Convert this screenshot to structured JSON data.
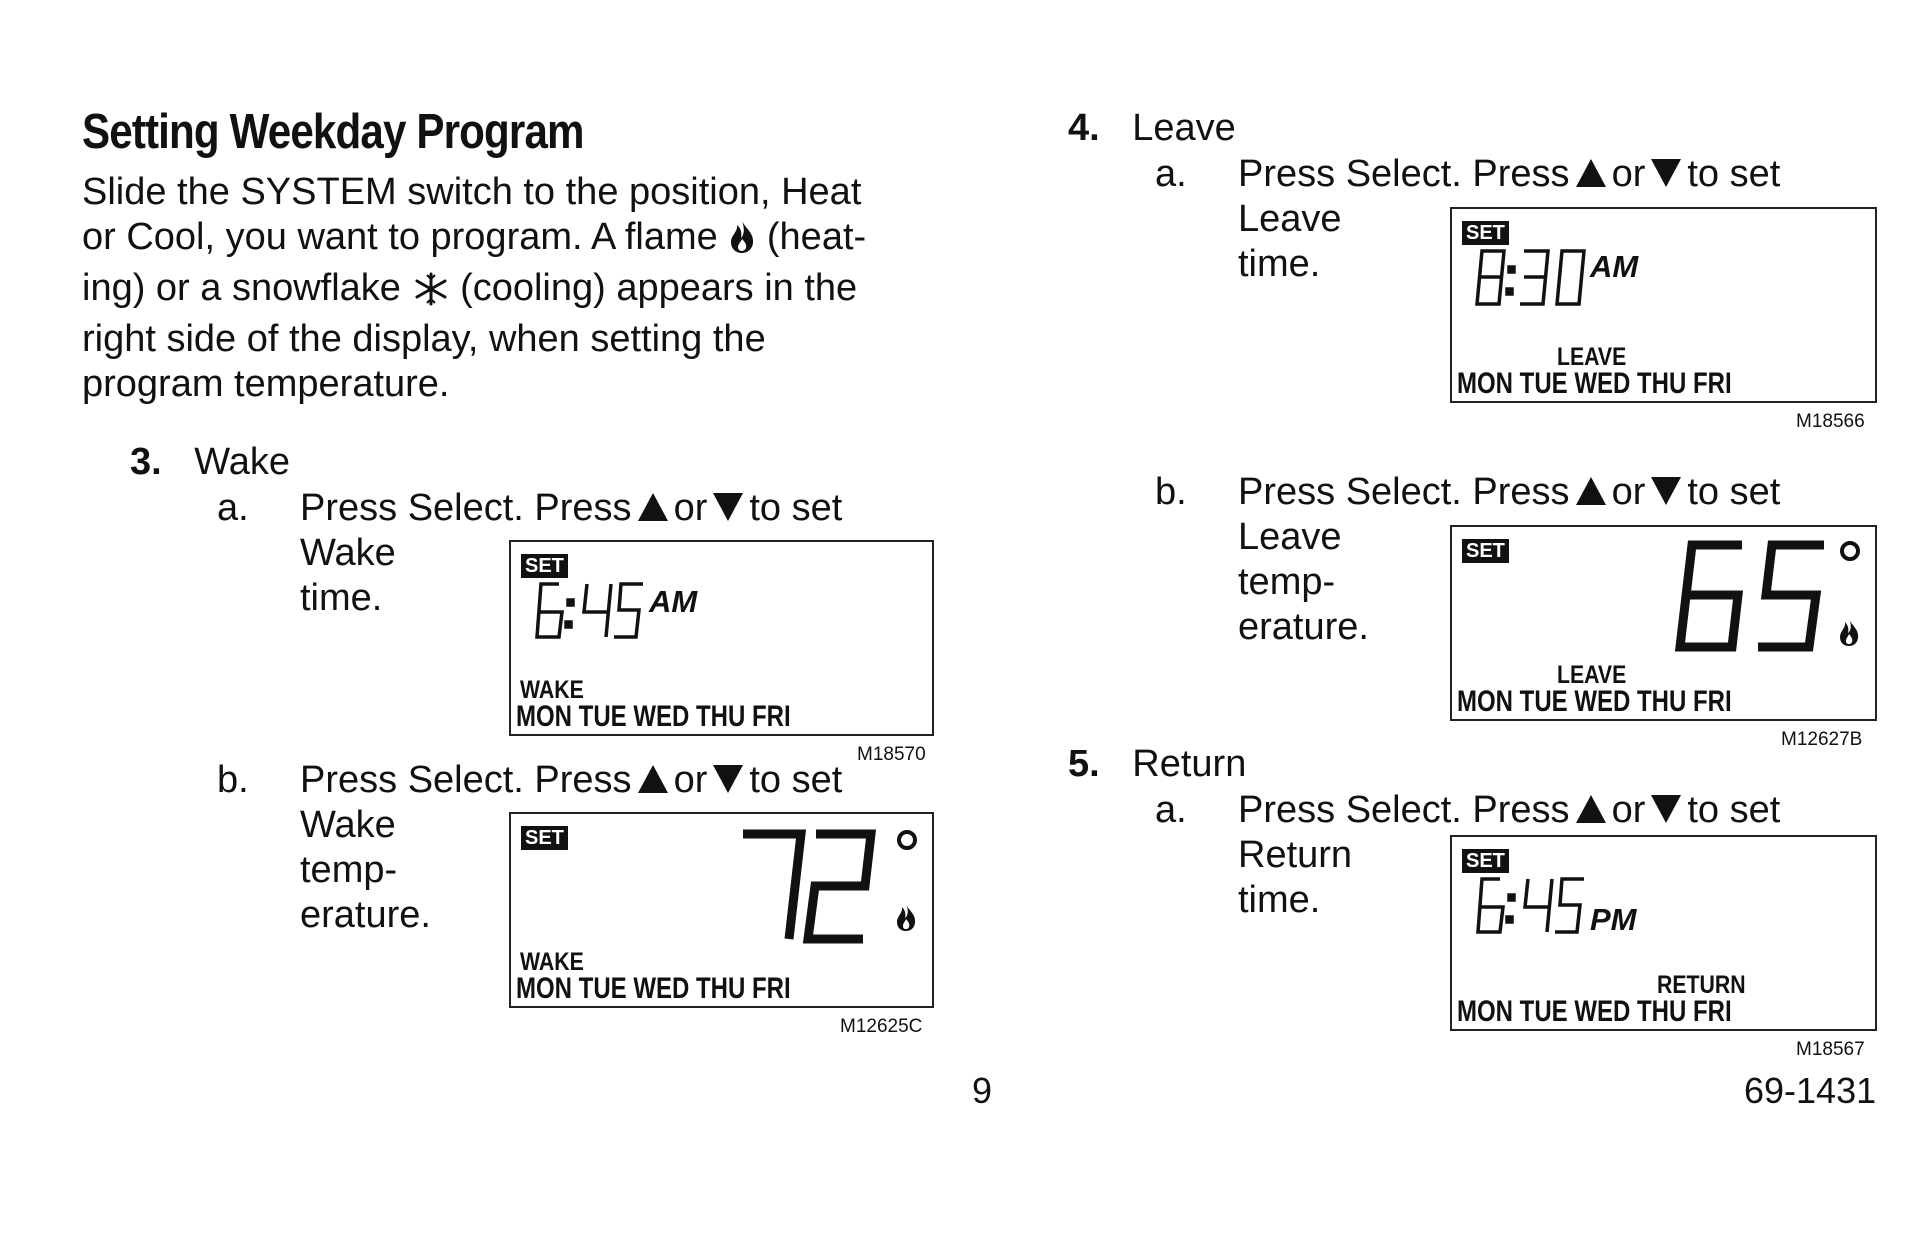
{
  "page": {
    "title": "Setting Weekday Program",
    "intro_lines": [
      "Slide the SYSTEM switch to the position, Heat",
      "or Cool, you want to program. A flame",
      "(heat-",
      "ing) or a snowflake",
      "(cooling) appears in the",
      "right side of the display, when setting the",
      "program temperature."
    ],
    "page_number": "9",
    "doc_number": "69-1431"
  },
  "icons": {
    "flame": "flame-icon",
    "snowflake": "snowflake-icon",
    "up": "up-triangle-icon",
    "down": "down-triangle-icon"
  },
  "common": {
    "press_prefix": "Press Select. Press",
    "or": "or",
    "to_set": "to set",
    "set_badge": "SET",
    "days": "MON TUE WED THU FRI",
    "degree": "°"
  },
  "steps": {
    "wake": {
      "number": "3.",
      "title": "Wake",
      "a": {
        "letter": "a.",
        "lines": [
          "Wake",
          "time."
        ],
        "display_time": "6:45",
        "ampm": "AM",
        "period": "WAKE",
        "code": "M18570"
      },
      "b": {
        "letter": "b.",
        "lines": [
          "Wake",
          "temp-",
          "erature."
        ],
        "display_temp": "72",
        "period": "WAKE",
        "code": "M12625C"
      }
    },
    "leave": {
      "number": "4.",
      "title": "Leave",
      "a": {
        "letter": "a.",
        "lines": [
          "Leave",
          "time."
        ],
        "display_time": "8:30",
        "ampm": "AM",
        "period": "LEAVE",
        "code": "M18566"
      },
      "b": {
        "letter": "b.",
        "lines": [
          "Leave",
          "temp-",
          "erature."
        ],
        "display_temp": "65",
        "period": "LEAVE",
        "code": "M12627B"
      }
    },
    "return": {
      "number": "5.",
      "title": "Return",
      "a": {
        "letter": "a.",
        "lines": [
          "Return",
          "time."
        ],
        "display_time": "6:45",
        "ampm": "PM",
        "period": "RETURN",
        "code": "M18567"
      }
    }
  }
}
